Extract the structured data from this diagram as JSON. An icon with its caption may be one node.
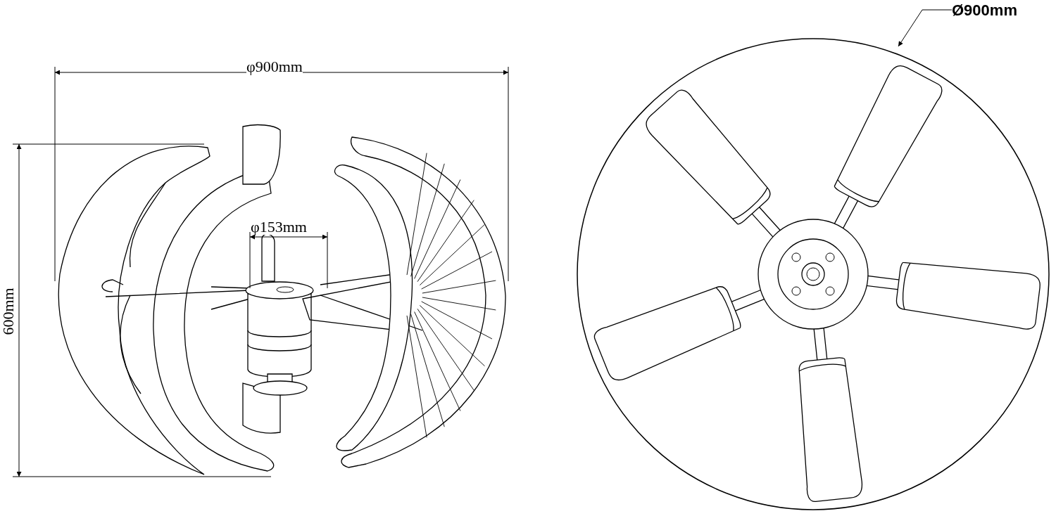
{
  "diagram": {
    "labels": [
      "φ900mm",
      "600mm",
      "φ153mm",
      "Ø900mm"
    ]
  }
}
